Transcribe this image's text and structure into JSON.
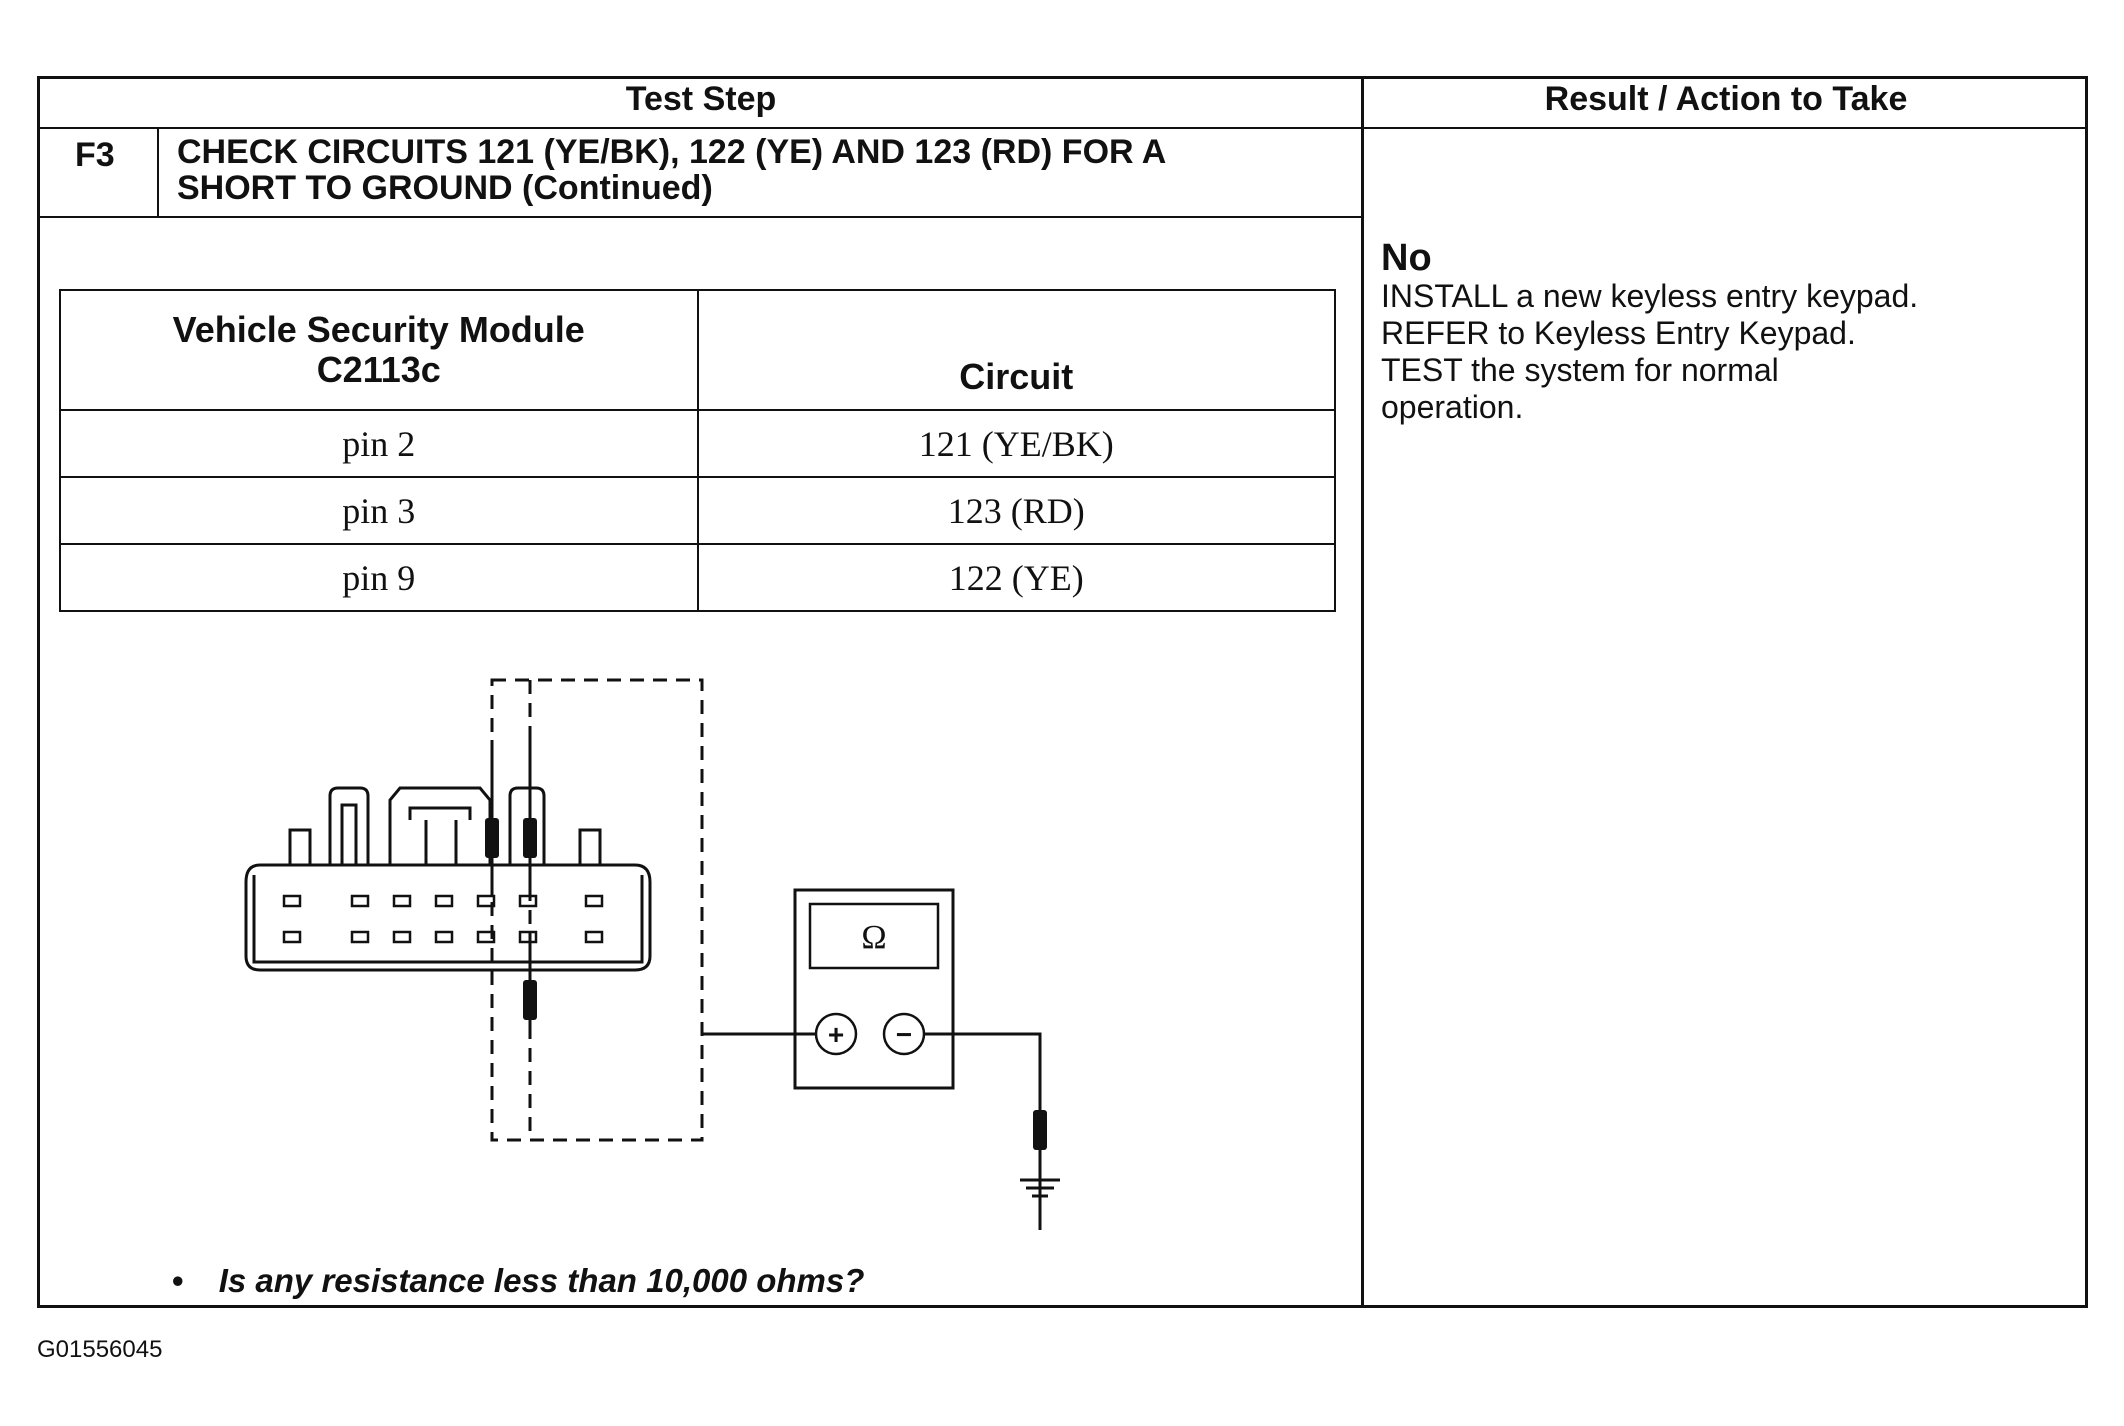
{
  "header": {
    "test_step": "Test Step",
    "result_action": "Result / Action to Take"
  },
  "step": {
    "id": "F3",
    "title_line1": "CHECK CIRCUITS 121 (YE/BK), 122 (YE) AND 123 (RD) FOR A",
    "title_line2": "SHORT TO GROUND (Continued)"
  },
  "pin_table": {
    "col_a_line1": "Vehicle Security Module",
    "col_a_line2": "C2113c",
    "col_b": "Circuit",
    "rows": [
      {
        "pin": "pin 2",
        "circuit": "121 (YE/BK)"
      },
      {
        "pin": "pin 3",
        "circuit": "123 (RD)"
      },
      {
        "pin": "pin 9",
        "circuit": "122 (YE)"
      }
    ]
  },
  "meter": {
    "symbol": "Ω",
    "plus": "+",
    "minus": "−"
  },
  "question": {
    "bullet": "•",
    "text": "Is any resistance less than 10,000 ohms?"
  },
  "result": {
    "heading": "No",
    "line1": "INSTALL a new keyless entry keypad.",
    "line2": "REFER to Keyless Entry Keypad.",
    "line3": "TEST the system for normal",
    "line4": "operation."
  },
  "figure_id": "G01556045"
}
